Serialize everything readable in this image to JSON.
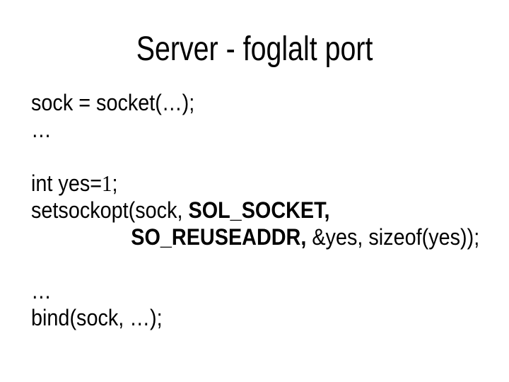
{
  "slide": {
    "background_color": "#ffffff",
    "text_color": "#000000",
    "title": "Server - foglalt port",
    "code_lines": [
      {
        "segments": [
          {
            "text": "sock = socket(…);"
          }
        ]
      },
      {
        "segments": [
          {
            "text": "…"
          }
        ]
      },
      {
        "blank": true,
        "segments": []
      },
      {
        "segments": [
          {
            "text": "int yes="
          },
          {
            "text": "1",
            "serif": true
          },
          {
            "text": ";"
          }
        ]
      },
      {
        "segments": [
          {
            "text": "setsockopt(sock, "
          },
          {
            "text": "SOL_SOCKET,",
            "bold": true
          }
        ]
      },
      {
        "indent": true,
        "segments": [
          {
            "text": "SO_REUSEADDR,",
            "bold": true
          },
          {
            "text": " &yes, sizeof(yes));"
          }
        ]
      },
      {
        "blank": true,
        "segments": []
      },
      {
        "segments": [
          {
            "text": "…"
          }
        ]
      },
      {
        "segments": [
          {
            "text": "bind(sock, …);"
          }
        ]
      }
    ]
  }
}
